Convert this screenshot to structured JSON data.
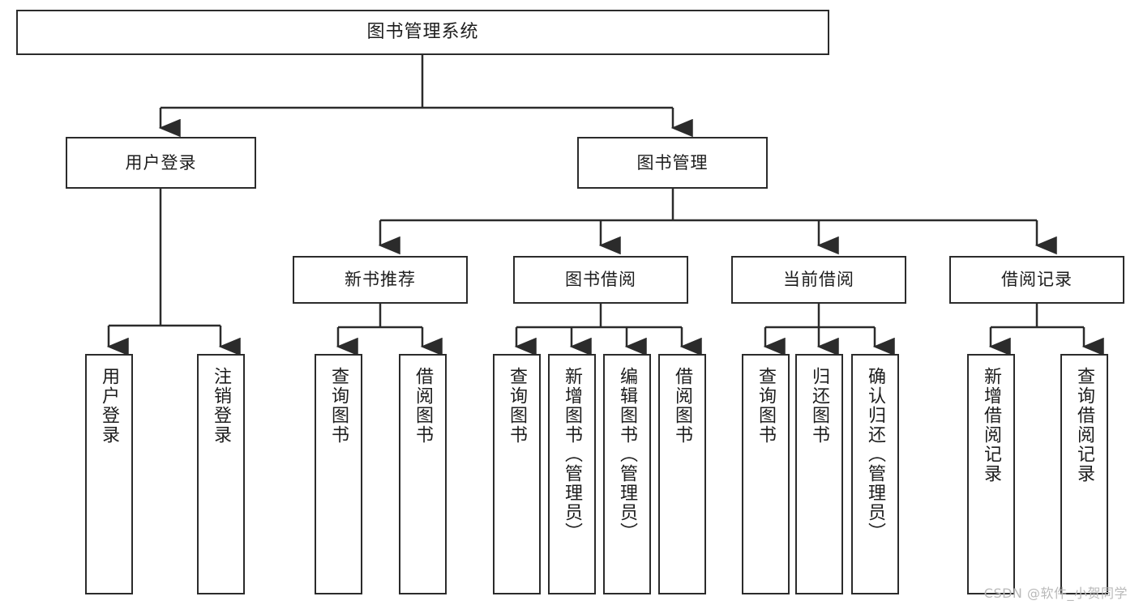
{
  "diagram": {
    "type": "tree-hierarchy",
    "title": "图书管理系统",
    "watermark": "CSDN @软件_小贺同学",
    "colors": {
      "box_border": "#2b2b2b",
      "box_fill": "#ffffff",
      "connector": "#2b2b2b",
      "text": "#1d1d1d",
      "watermark": "#b9b9b9"
    },
    "nodes": {
      "root": {
        "label": "图书管理系统"
      },
      "level1": [
        {
          "id": "user-login",
          "label": "用户登录"
        },
        {
          "id": "book-manage",
          "label": "图书管理"
        }
      ],
      "level2": [
        {
          "id": "new-book-recommend",
          "label": "新书推荐"
        },
        {
          "id": "book-borrow",
          "label": "图书借阅"
        },
        {
          "id": "current-borrow",
          "label": "当前借阅"
        },
        {
          "id": "borrow-record",
          "label": "借阅记录"
        }
      ],
      "leaves": {
        "user_login": [
          {
            "id": "leaf-user-login",
            "label": "用户登录"
          },
          {
            "id": "leaf-logout-login",
            "label": "注销登录"
          }
        ],
        "new_book_recommend": [
          {
            "id": "leaf-query-book-1",
            "label": "查询图书"
          },
          {
            "id": "leaf-borrow-book-1",
            "label": "借阅图书"
          }
        ],
        "book_borrow": [
          {
            "id": "leaf-query-book-2",
            "label": "查询图书"
          },
          {
            "id": "leaf-add-book",
            "label": "新增图书（管理员）"
          },
          {
            "id": "leaf-edit-book",
            "label": "编辑图书（管理员）"
          },
          {
            "id": "leaf-borrow-book-2",
            "label": "借阅图书"
          }
        ],
        "current_borrow": [
          {
            "id": "leaf-query-book-3",
            "label": "查询图书"
          },
          {
            "id": "leaf-return-book",
            "label": "归还图书"
          },
          {
            "id": "leaf-confirm-return",
            "label": "确认归还（管理员）"
          }
        ],
        "borrow_record": [
          {
            "id": "leaf-add-record",
            "label": "新增借阅记录"
          },
          {
            "id": "leaf-query-record",
            "label": "查询借阅记录"
          }
        ]
      }
    }
  }
}
